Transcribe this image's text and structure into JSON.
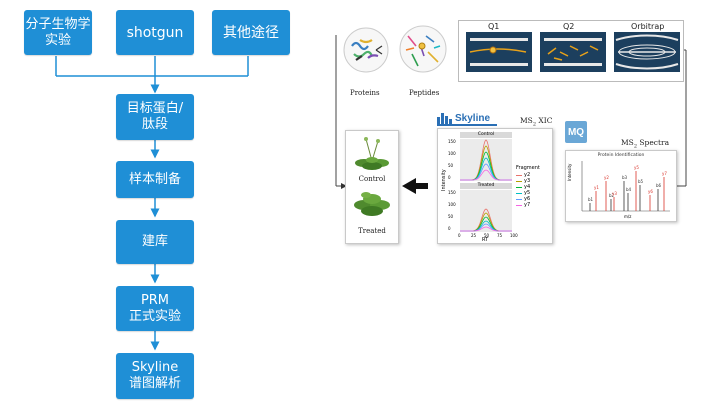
{
  "left_flow": {
    "top_boxes": [
      "分子生物学\n实验",
      "shotgun",
      "其他途径"
    ],
    "steps": [
      "目标蛋白/\n肽段",
      "样本制备",
      "建库",
      "PRM\n正式实验",
      "Skyline\n谱图解析"
    ]
  },
  "workflow": {
    "proteins_label": "Proteins",
    "peptides_label": "Peptides",
    "q1_label": "Q1",
    "q2_label": "Q2",
    "orbitrap_label": "Orbitrap",
    "ms2_spectra_label": "MS2 Spectra",
    "ms2_xic_label": "MS2 XIC",
    "mq_logo": "MQ",
    "spectra_panel_title": "Protein Identification",
    "spectra_y_axis": "Intensity",
    "spectra_x_axis": "m/z",
    "spectra_peaks": [
      "y1",
      "b1",
      "y2",
      "b2",
      "y3",
      "b3",
      "b4",
      "y5",
      "b5",
      "y6",
      "b6",
      "y7"
    ],
    "skyline_logo": "Skyline",
    "xic_y_axis": "Intensity",
    "xic_x_axis": "RT",
    "xic_control_strip": "Control",
    "xic_treated_strip": "Treated",
    "xic_x_ticks": [
      "0",
      "25",
      "50",
      "75",
      "100"
    ],
    "xic_control_y_ticks": [
      "150",
      "100",
      "50",
      "0"
    ],
    "xic_treated_y_ticks": [
      "150",
      "100",
      "50",
      "0"
    ],
    "legend_title": "Fragment",
    "legend_items": [
      {
        "name": "y2",
        "color": "#e8736c"
      },
      {
        "name": "y3",
        "color": "#b79f00"
      },
      {
        "name": "y4",
        "color": "#00ba38"
      },
      {
        "name": "y5",
        "color": "#00bfc4"
      },
      {
        "name": "y6",
        "color": "#619cff"
      },
      {
        "name": "y7",
        "color": "#f564e3"
      }
    ],
    "plant_control_label": "Control",
    "plant_treated_label": "Treated"
  },
  "colors": {
    "box_blue": "#1f8fd6",
    "arrow": "#1f8fd6",
    "ms_dark": "#1c3f5e"
  }
}
